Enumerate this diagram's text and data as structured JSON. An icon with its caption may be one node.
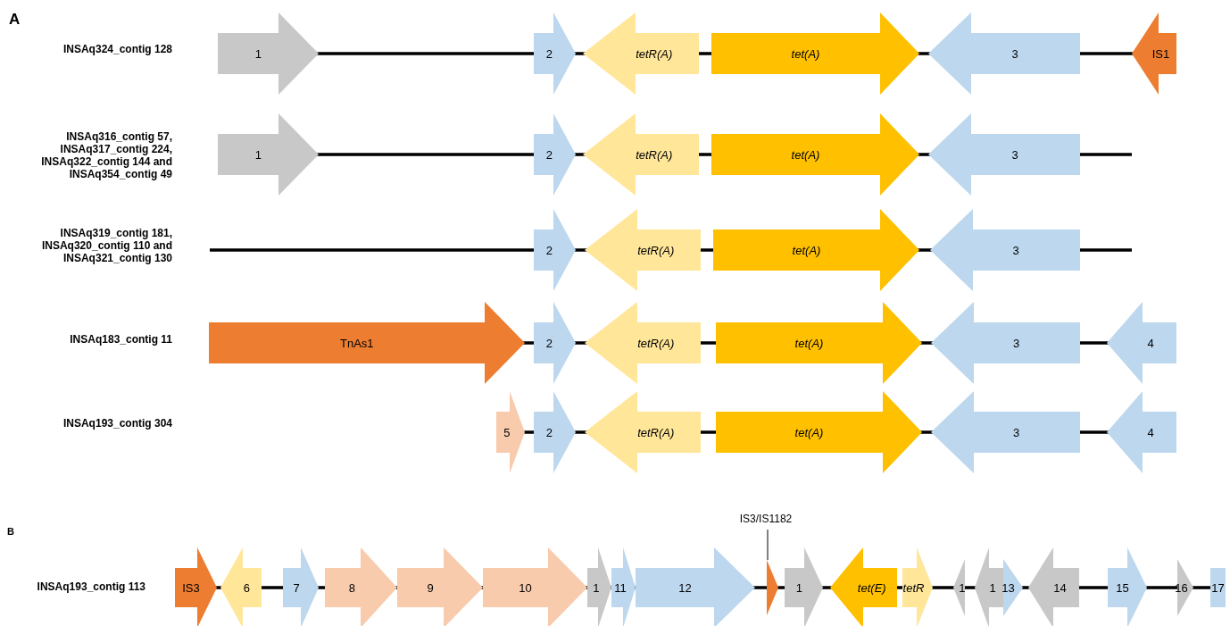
{
  "diagram": {
    "nodes": [
      {
        "text": [
          "1"
        ]
      },
      {
        "text": [
          "2"
        ]
      },
      {
        "text": [
          "tetR(A)"
        ]
      },
      {
        "text": [
          "tet(A)"
        ]
      },
      {
        "text": [
          "3"
        ]
      },
      {
        "text": [
          "IS1"
        ]
      },
      {
        "text": [
          "1"
        ]
      },
      {
        "text": [
          "2"
        ]
      },
      {
        "text": [
          "tetR(A)"
        ]
      },
      {
        "text": [
          "tet(A)"
        ]
      },
      {
        "text": [
          "3"
        ]
      },
      {
        "text": [
          "2"
        ]
      },
      {
        "text": [
          "tetR(A)"
        ]
      },
      {
        "text": [
          "tet(A)"
        ]
      },
      {
        "text": [
          "3"
        ]
      },
      {
        "text": [
          "TnAs1"
        ]
      },
      {
        "text": [
          "2"
        ]
      },
      {
        "text": [
          "tetR(A)"
        ]
      },
      {
        "text": [
          "tet(A)"
        ]
      },
      {
        "text": [
          "3"
        ]
      },
      {
        "text": [
          "4"
        ]
      },
      {
        "text": [
          "5"
        ]
      },
      {
        "text": [
          "2"
        ]
      },
      {
        "text": [
          "tetR(A)"
        ]
      },
      {
        "text": [
          "tet(A)"
        ]
      },
      {
        "text": [
          "3"
        ]
      },
      {
        "text": [
          "4"
        ]
      },
      {
        "text": [
          "IS3/IS1182"
        ]
      },
      {
        "text": [
          "IS3"
        ]
      },
      {
        "text": [
          "6"
        ]
      },
      {
        "text": [
          "7"
        ]
      },
      {
        "text": [
          "8"
        ]
      },
      {
        "text": [
          "9"
        ]
      },
      {
        "text": [
          "10"
        ]
      },
      {
        "text": [
          "1"
        ]
      },
      {
        "text": [
          "11"
        ]
      },
      {
        "text": [
          "12"
        ]
      },
      {
        "text": [],
        "shape": "arrow"
      },
      {
        "text": [
          "1"
        ]
      },
      {
        "text": [
          "tet(E)"
        ]
      },
      {
        "text": [
          "tetR"
        ]
      },
      {
        "text": [
          "1"
        ]
      },
      {
        "text": [
          "1"
        ]
      },
      {
        "text": [
          "13"
        ]
      },
      {
        "text": [
          "14"
        ]
      },
      {
        "text": [
          "15"
        ]
      },
      {
        "text": [
          "16"
        ]
      },
      {
        "text": [
          "17"
        ]
      }
    ],
    "edges": [
      {
        "from": 27,
        "to": 37,
        "arrow": "none"
      }
    ],
    "labels": [
      "A",
      "INSAq324_contig 128",
      "INSAq316_contig 57, INSAq317_contig 224, INSAq322_contig 144 and INSAq354_contig 49",
      "INSAq319_contig 181, INSAq320_contig 110 and INSAq321_contig 130",
      "INSAq183_contig 11",
      "INSAq193_contig 304",
      "B",
      "INSAq193_contig 113"
    ]
  }
}
